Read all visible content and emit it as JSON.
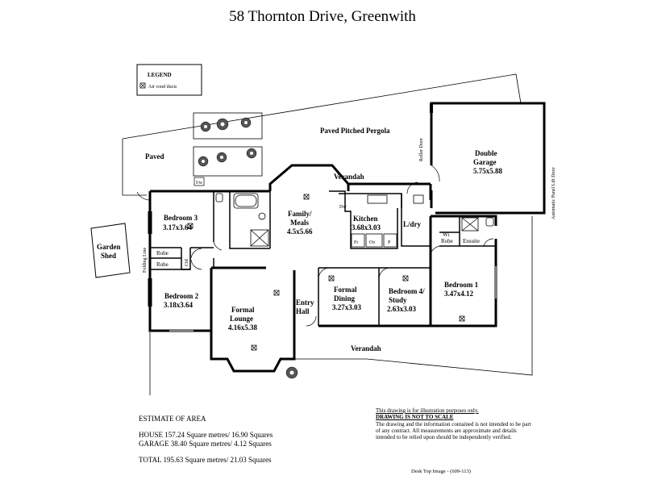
{
  "title": "58 Thornton Drive,  Greenwith",
  "legend": {
    "heading": "LEGEND",
    "item": "Air cond ducts"
  },
  "rooms": {
    "paved": "Paved",
    "pergola": "Paved Pitched Pergola",
    "garage_name": "Double",
    "garage_name2": "Garage",
    "garage_dim": "5.75x5.88",
    "roller_door": "Roller Door",
    "auto_door": "Automatic Panel Lift Door",
    "verandah_top": "Verandah",
    "verandah_bottom": "Verandah",
    "bed3_name": "Bedroom 3",
    "bed3_dim": "3.17x3.64",
    "family_name": "Family/",
    "family_name2": "Meals",
    "family_dim": "4.5x5.66",
    "kitchen_name": "Kitchen",
    "kitchen_dim": "3.68x3.03",
    "ldry": "L/dry",
    "dw": "Dw",
    "fr": "Fr",
    "ov": "Ov",
    "p": "P",
    "garden_name": "Garden",
    "garden_name2": "Shed",
    "folding_line": "Folding Line",
    "robe1": "Robe",
    "robe2": "Robe",
    "ctd": "Ctd",
    "bed2_name": "Bedroom 2",
    "bed2_dim": "3.18x3.64",
    "lounge_name": "Formal",
    "lounge_name2": "Lounge",
    "lounge_dim": "4.16x5.38",
    "entry_name": "Entry",
    "entry_name2": "Hall",
    "dining_name": "Formal",
    "dining_name2": "Dining",
    "dining_dim": "3.27x3.03",
    "bed4_name": "Bedroom 4/",
    "bed4_name2": "Study",
    "bed4_dim": "2.63x3.03",
    "bed1_name": "Bedroom 1",
    "bed1_dim": "3.47x4.12",
    "wi_robe": "Wi",
    "wi_robe2": "Robe",
    "ensuite": "Ensuite",
    "fw": "f/w"
  },
  "area": {
    "heading": "ESTIMATE OF AREA",
    "house": "HOUSE  157.24 Square metres/  16.90 Squares",
    "garage": "GARAGE  38.40 Square metres/  4.12 Squares",
    "total": "TOTAL  195.63 Square metres/  21.03 Squares"
  },
  "disclaimer": {
    "line1": "This drawing is for illustration purposes only.",
    "line2": "DRAWING IS NOT TO SCALE",
    "body": "The drawing and the information contained is not intended to be part of any contract.  All measurements are approximate and details intended to be relied upon should be independently verified."
  },
  "credit": "Desk Top Image - (609-113)"
}
